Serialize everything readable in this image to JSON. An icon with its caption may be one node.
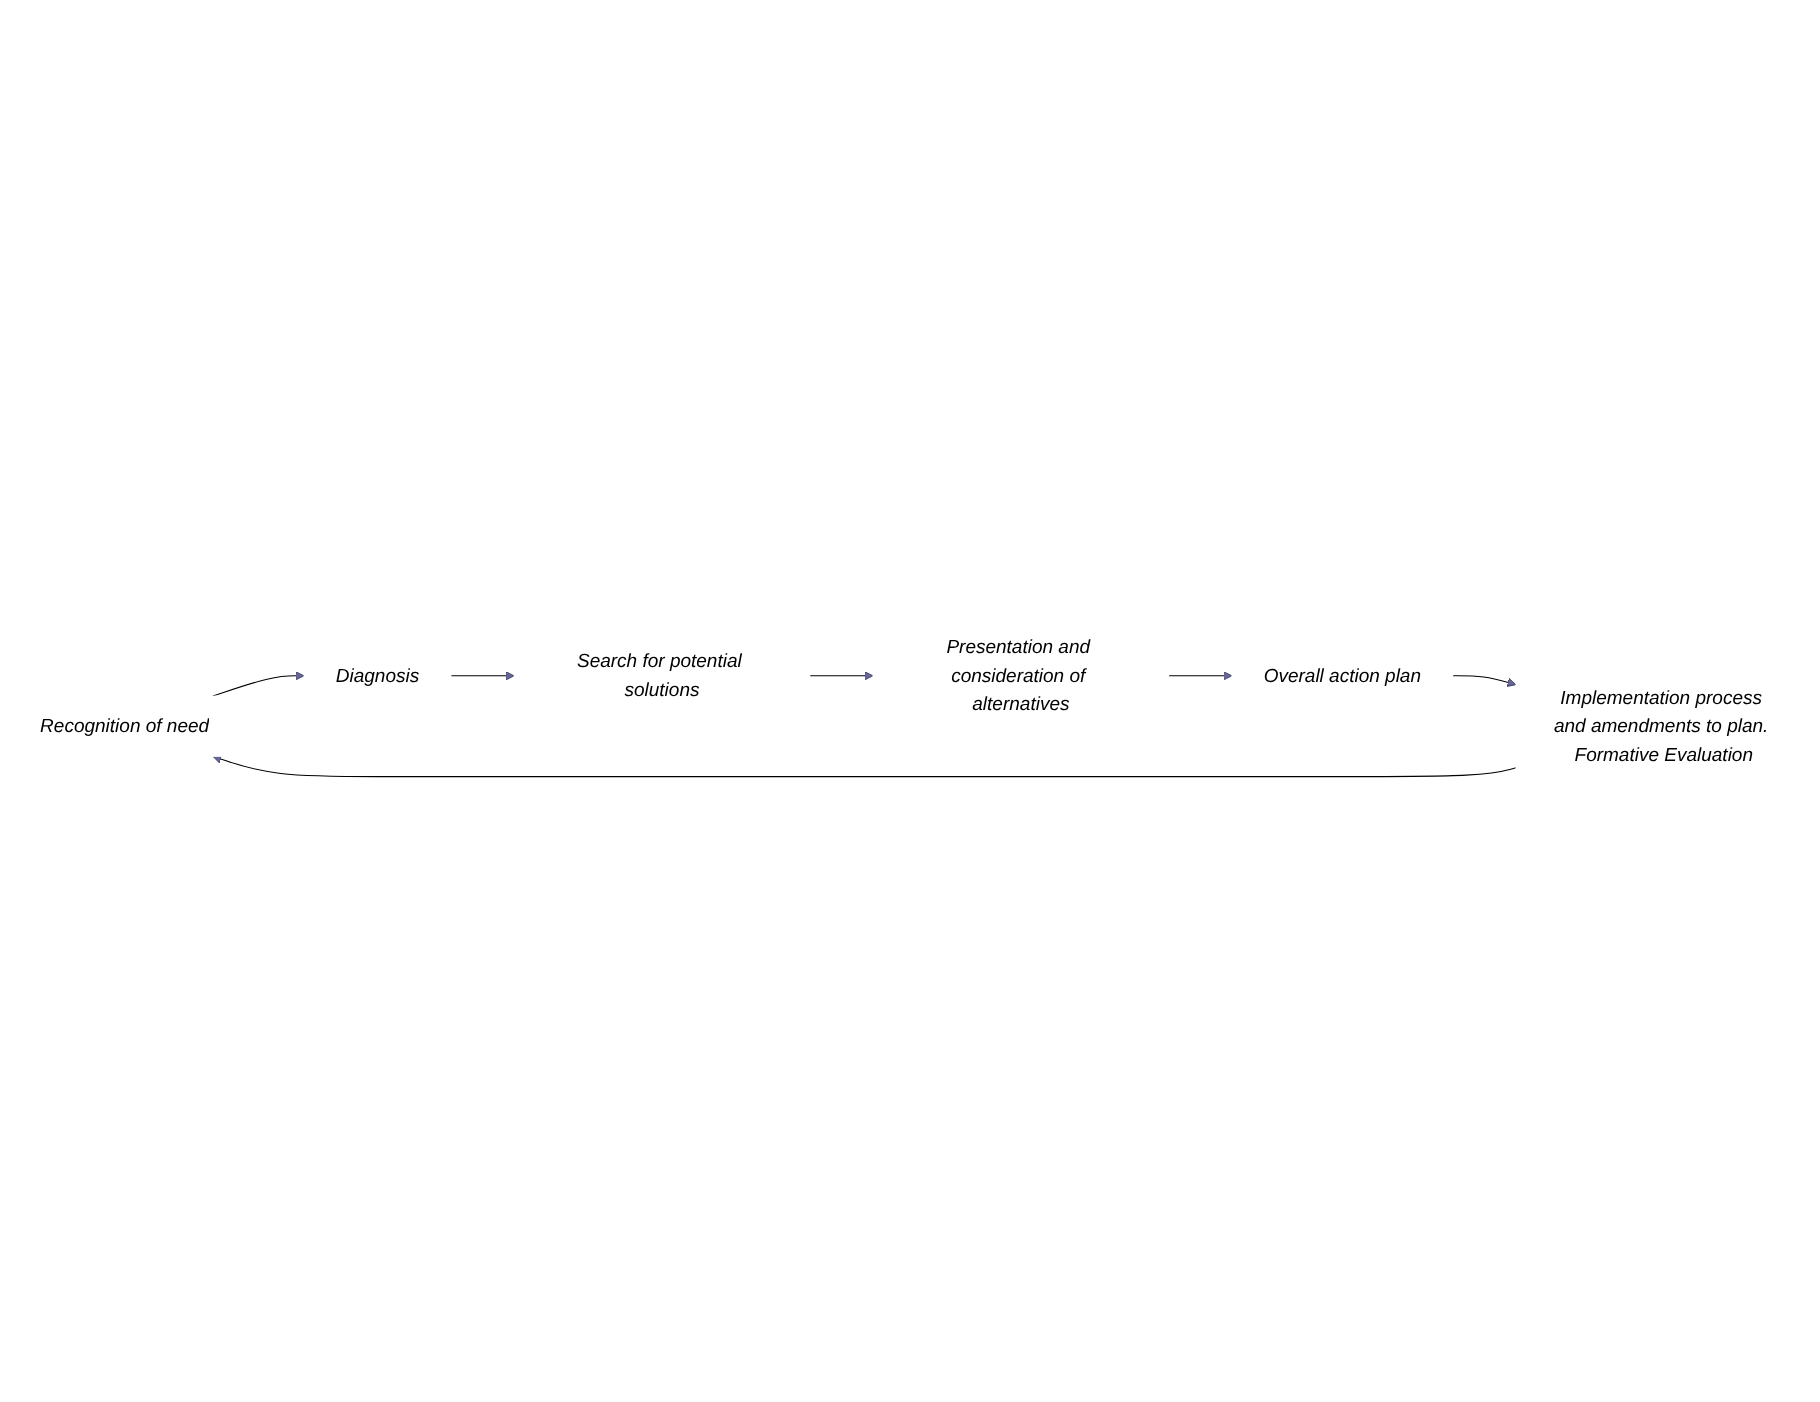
{
  "diagram": {
    "nodes": [
      {
        "text": [
          "Recognition of need"
        ]
      },
      {
        "text": [
          "Diagnosis"
        ]
      },
      {
        "text": [
          "Search for potential solutions"
        ]
      },
      {
        "text": [
          "Presentation and consideration of alternatives"
        ]
      },
      {
        "text": [
          "Overall action plan"
        ]
      },
      {
        "text": [
          "Implementation process and amendments to plan. Formative Evaluation"
        ]
      }
    ],
    "edges": [
      {
        "from": 0,
        "to": 1,
        "arrow": "to"
      },
      {
        "from": 1,
        "to": 2,
        "arrow": "to"
      },
      {
        "from": 2,
        "to": 3,
        "arrow": "to"
      },
      {
        "from": 3,
        "to": 4,
        "arrow": "to"
      },
      {
        "from": 4,
        "to": 5,
        "arrow": "to"
      },
      {
        "from": 5,
        "to": 0,
        "arrow": "to"
      }
    ]
  }
}
